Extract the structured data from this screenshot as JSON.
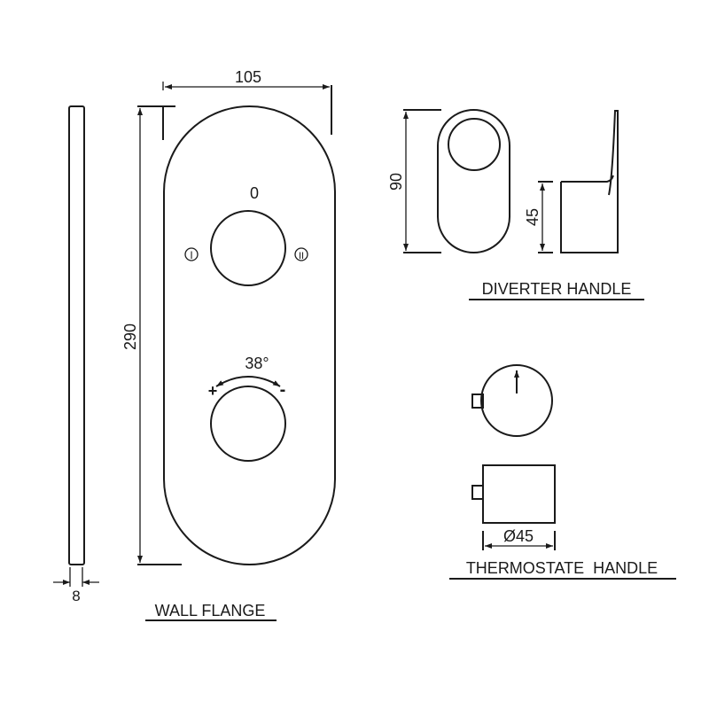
{
  "wall_flange": {
    "title": "WALL FLANGE",
    "width_dim": "105",
    "height_dim": "290",
    "thickness_dim": "8",
    "position_zero": "0",
    "position_one": "I",
    "position_two": "II",
    "rotation_angle": "38°",
    "plus_sign": "+",
    "minus_sign": "-"
  },
  "diverter_handle": {
    "title": "DIVERTER HANDLE",
    "height_dim": "90",
    "depth_dim": "45"
  },
  "thermostat_handle": {
    "title": "THERMOSTATE  HANDLE",
    "diameter_dim": "Ø45"
  },
  "colors": {
    "line": "#1a1a1a",
    "background": "#ffffff"
  }
}
